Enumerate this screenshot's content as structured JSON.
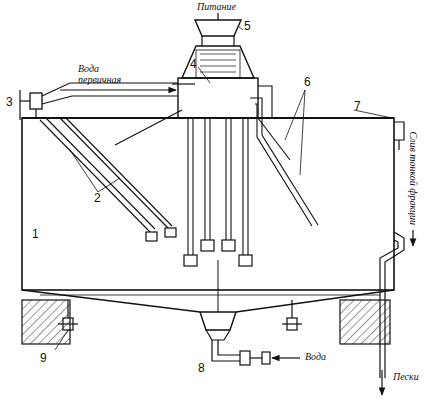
{
  "diagram": {
    "labels": [
      "Питание",
      "Вода первичная",
      "Слив тонкой фракции",
      "Пески",
      "Вода",
      "1",
      "2",
      "3",
      "4",
      "5",
      "6",
      "7",
      "8",
      "9"
    ]
  }
}
